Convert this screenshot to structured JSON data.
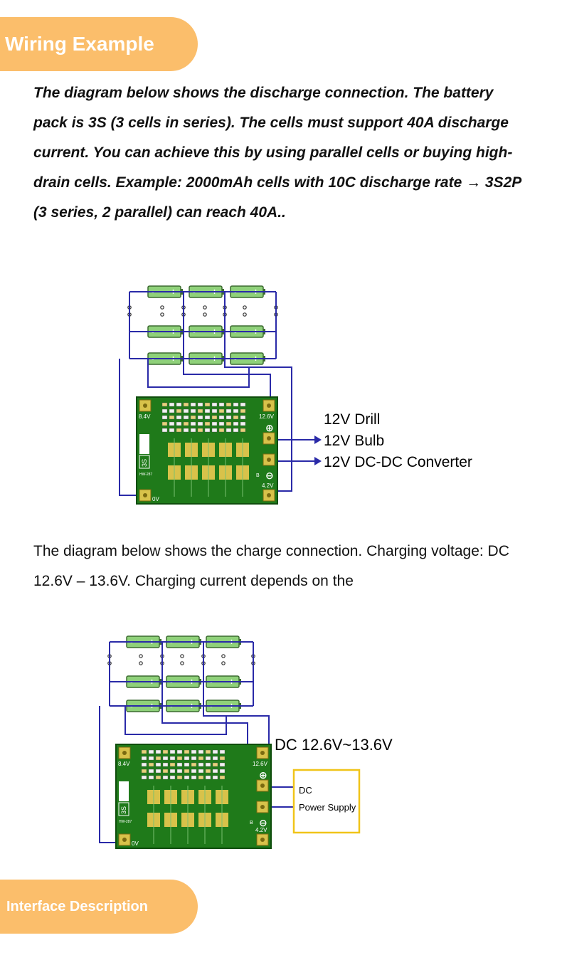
{
  "sections": {
    "wiring_title": "Wiring Example",
    "interface_title": "Interface Description"
  },
  "discharge": {
    "description": "The diagram below shows the discharge connection. The battery pack is 3S (3 cells in series). The cells must support 40A discharge current. You can achieve this by using parallel cells or buying high-drain cells. Example: 2000mAh cells with 10C discharge rate → 3S2P (3 series, 2 parallel) can reach 40A..",
    "loads": [
      "12V Drill",
      "12V Bulb",
      "12V DC-DC Converter"
    ]
  },
  "charge": {
    "description": "The diagram below shows the charge connection. Charging voltage: DC 12.6V – 13.6V. Charging current depends on the",
    "voltage_label": "DC 12.6V~13.6V",
    "supply_line1": "DC",
    "supply_line2": "Power Supply"
  },
  "board": {
    "pad_84": "8.4V",
    "pad_126": "12.6V",
    "pad_42": "4.2V",
    "pad_0v": "0V",
    "pad_b": "B",
    "model": "HW-287",
    "series_mark": "3S",
    "cell_minus": "-",
    "cell_plus": "+"
  },
  "colors": {
    "accent": "#fbbe6b",
    "wire": "#2a2aa8",
    "pcb": "#1f7a1a",
    "cell": "#8fd17a",
    "supply_border": "#f0c419"
  }
}
